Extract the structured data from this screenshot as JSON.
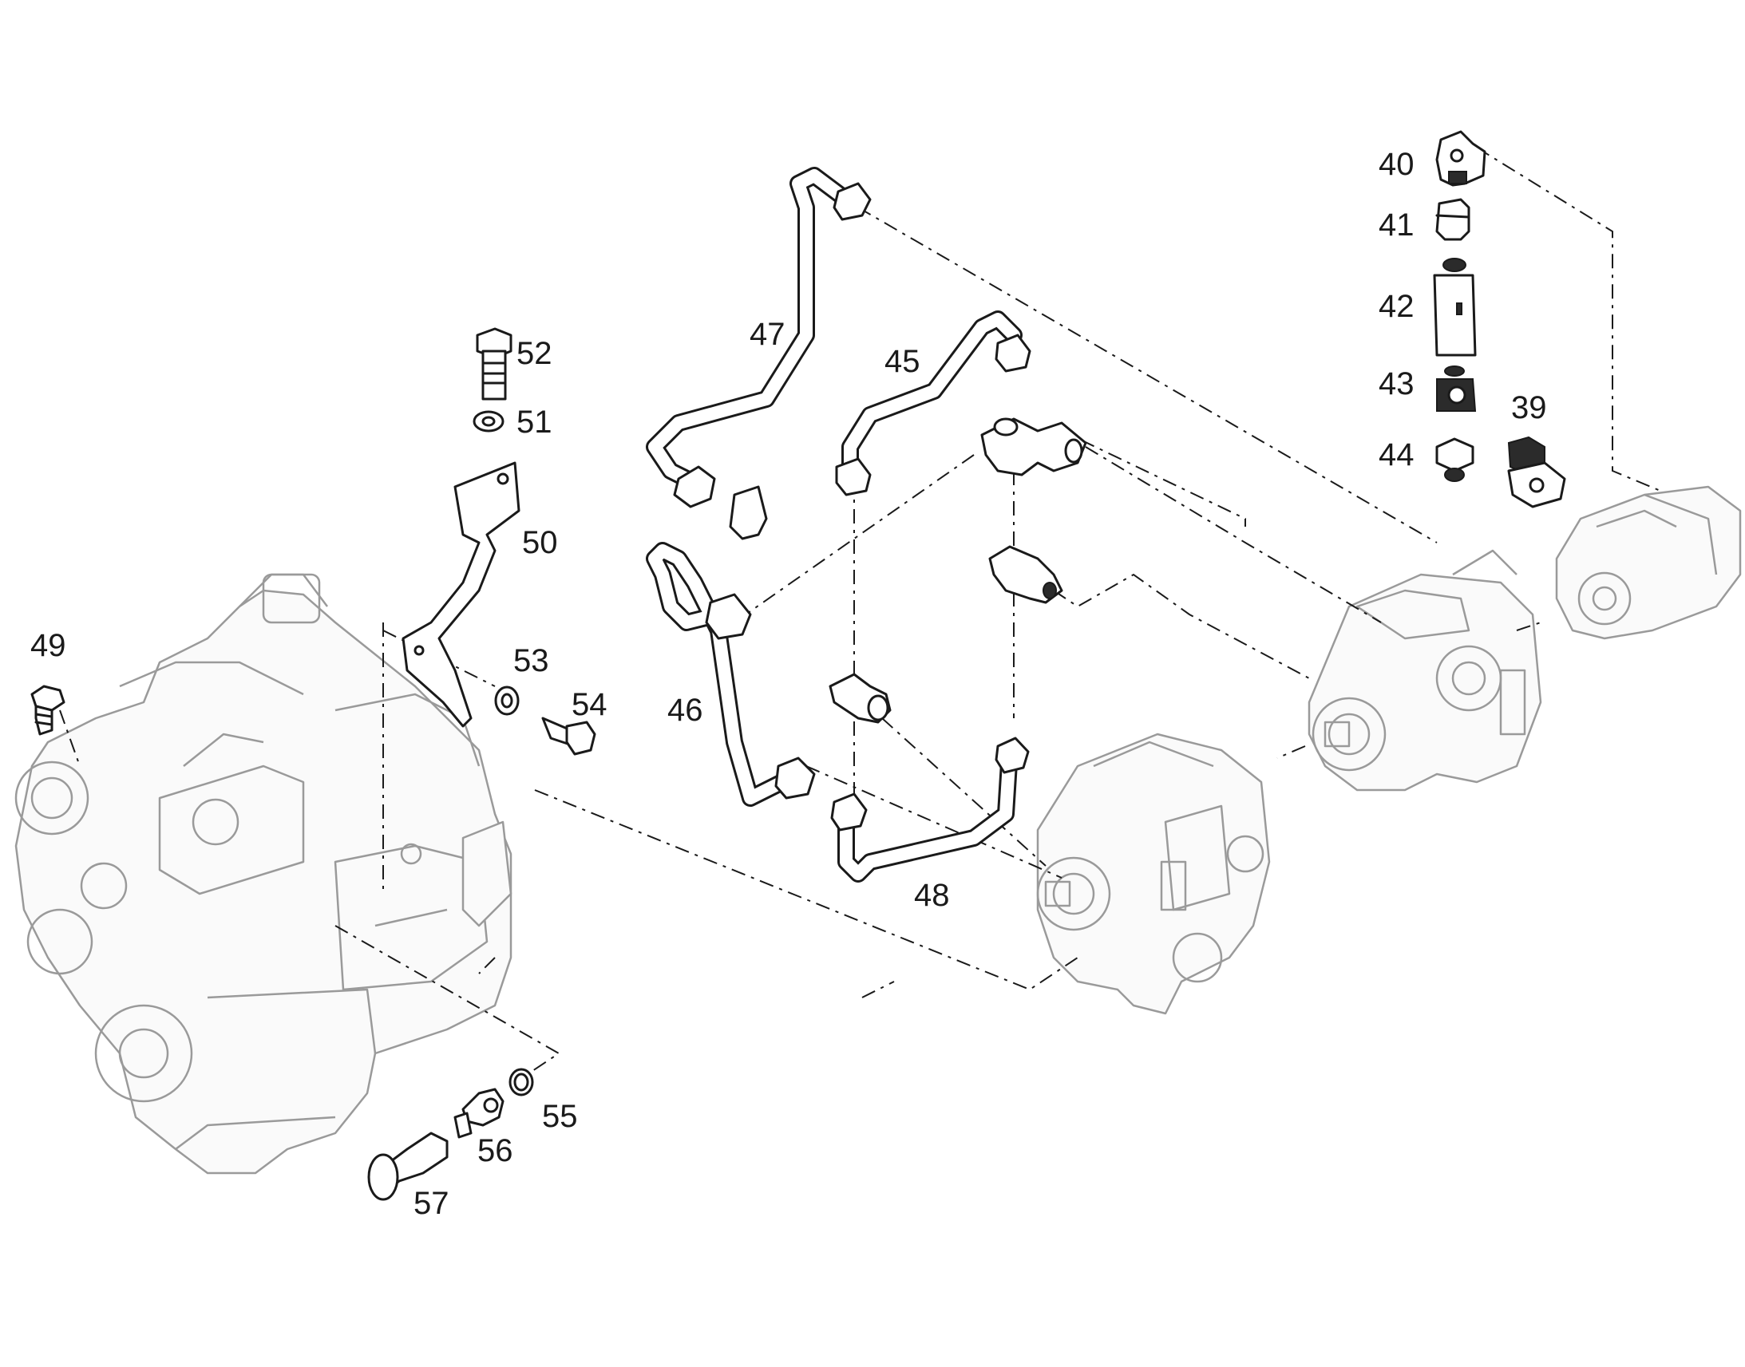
{
  "callouts": {
    "c39": "39",
    "c40": "40",
    "c41": "41",
    "c42": "42",
    "c43": "43",
    "c44": "44",
    "c45": "45",
    "c46": "46",
    "c47": "47",
    "c48": "48",
    "c49": "49",
    "c50": "50",
    "c51": "51",
    "c52": "52",
    "c53": "53",
    "c54": "54",
    "c55": "55",
    "c56": "56",
    "c57": "57"
  }
}
